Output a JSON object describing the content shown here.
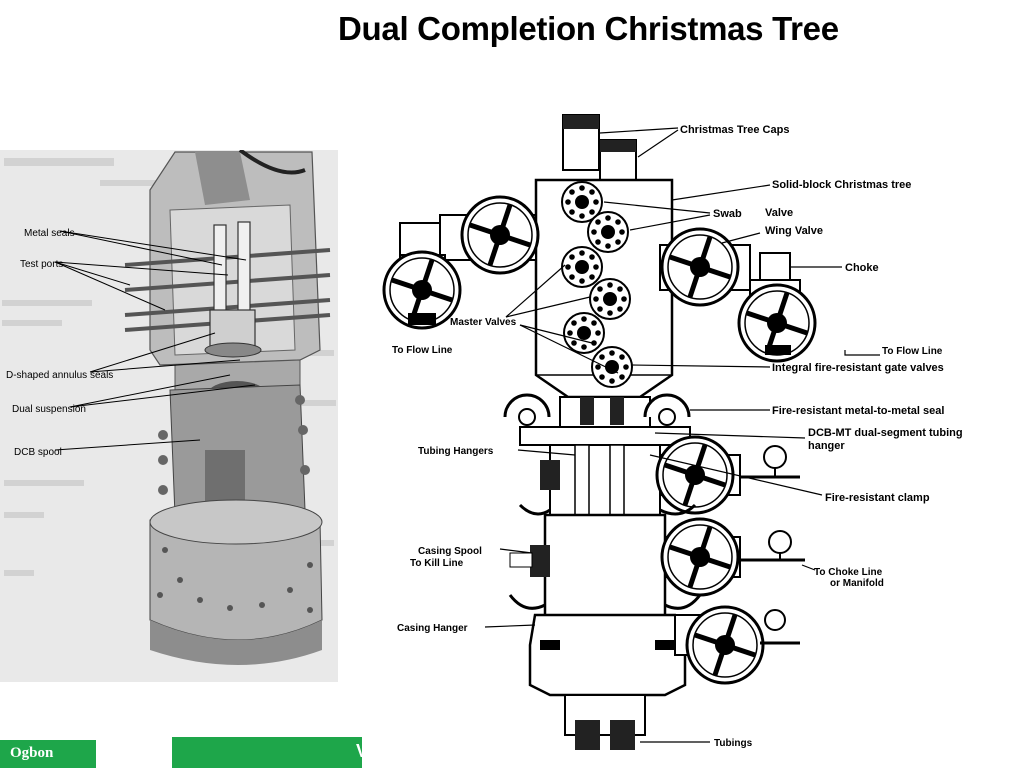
{
  "slide": {
    "title": "Dual Completion Christmas Tree"
  },
  "left_diagram": {
    "labels": [
      "Metal seals",
      "Test ports",
      "D-shaped annulus seals",
      "Dual suspension",
      "DCB spool"
    ]
  },
  "right_diagram": {
    "labels": {
      "caps": "Christmas Tree Caps",
      "solid_block": "Solid-block Christmas tree",
      "swab": "Swab",
      "valve": "Valve",
      "wing": "Wing Valve",
      "choke": "Choke",
      "master": "Master Valves",
      "flow_left": "To Flow Line",
      "flow_right": "To Flow Line",
      "gate": "Integral fire-resistant gate valves",
      "metal_seal": "Fire-resistant metal-to-metal seal",
      "dcb_line1": "DCB-MT dual-segment tubing",
      "dcb_line2": "hanger",
      "tubing_hangers": "Tubing Hangers",
      "clamp": "Fire-resistant clamp",
      "casing_spool": "Casing Spool",
      "kill_line": "To Kill Line",
      "choke_line1": "To Choke Line",
      "choke_line2": "or Manifold",
      "casing_hanger": "Casing Hanger",
      "tubings": "Tubings"
    }
  },
  "footer": {
    "author": "Ogbon",
    "bar_text": "V"
  }
}
